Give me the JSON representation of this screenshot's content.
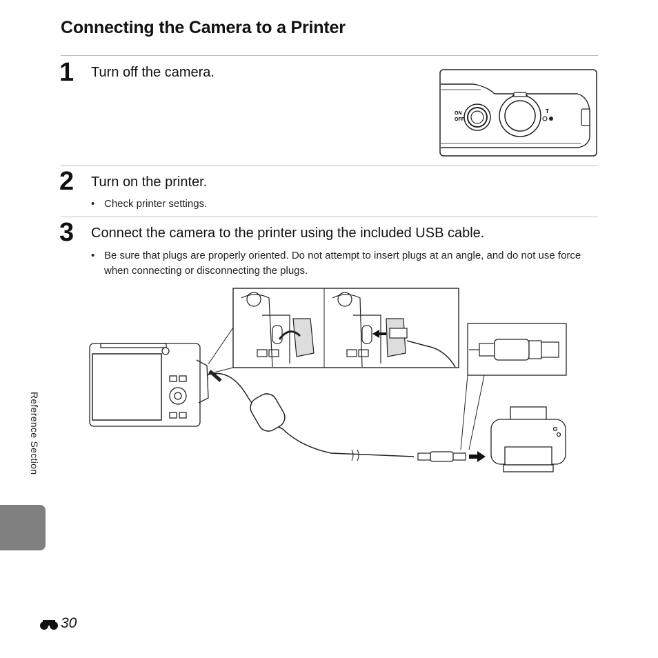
{
  "page": {
    "title": "Connecting the Camera to a Printer",
    "side_label": "Reference Section",
    "page_number": "30"
  },
  "steps": [
    {
      "number": "1",
      "text": "Turn off the camera.",
      "bullets": []
    },
    {
      "number": "2",
      "text": "Turn on the printer.",
      "bullets": [
        "Check printer settings."
      ]
    },
    {
      "number": "3",
      "text": "Connect the camera to the printer using the included USB cable.",
      "bullets": [
        "Be sure that plugs are properly oriented. Do not attempt to insert plugs at an angle, and do not use force when connecting or disconnecting the plugs."
      ]
    }
  ],
  "illustration": {
    "camera_power_labels": [
      "ON",
      "OFF"
    ],
    "zoom_label": "T"
  }
}
